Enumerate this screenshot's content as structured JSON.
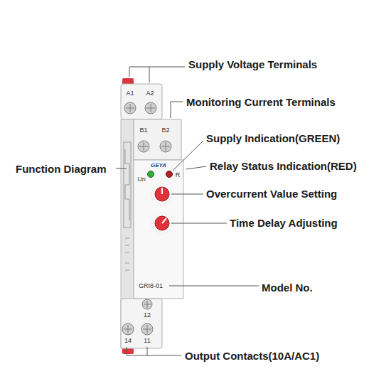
{
  "diagram": {
    "labels": [
      "Supply Voltage Terminals",
      "A1",
      "A2",
      "Monitoring Current Terminals",
      "B1",
      "B2",
      "Supply Indication(GREEN)",
      "GEYA",
      "Un",
      "R",
      "Relay Status Indication(RED)",
      "Function Diagram",
      "Overcurrent Value Setting",
      "Time Delay Adjusting",
      "GRI8-01",
      "Model No.",
      "12",
      "14",
      "11",
      "Output Contacts(10A/AC1)"
    ]
  }
}
